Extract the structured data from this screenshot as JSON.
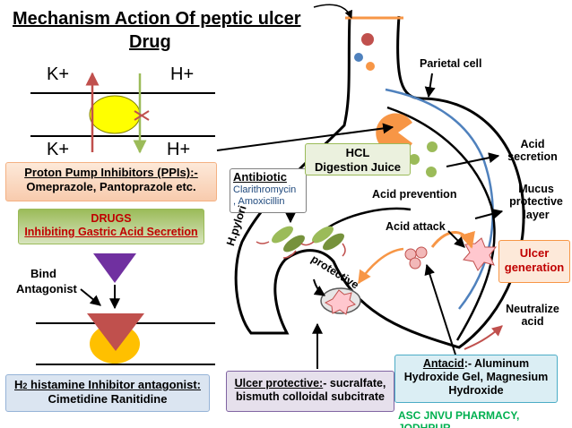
{
  "title": {
    "line1": "Mechanism Action Of peptic ulcer",
    "line2": "Drug"
  },
  "ions": {
    "k_top": "K+",
    "h_top": "H+",
    "k_bottom": "K+",
    "h_bottom": "H+"
  },
  "ppi": {
    "heading": "Proton Pump Inhibitors (PPIs):-",
    "drugs": "Omeprazole, Pantoprazole etc."
  },
  "drugs_box": {
    "line1": "DRUGS",
    "line2": "Inhibiting Gastric Acid Secretion"
  },
  "bind": {
    "line1": "Bind",
    "line2": "Antagonist"
  },
  "h2": {
    "heading": "H2 histamine Inhibitor antagonist:",
    "heading_prefix": "H",
    "heading_sub": "2",
    "heading_rest": " histamine Inhibitor antagonist:",
    "drugs": "Cimetidine Ranitidine"
  },
  "antibiotic": {
    "heading": "Antibiotic",
    "drug1": "Clarithromycin",
    "drug2": ", Amoxicillin"
  },
  "hcl": {
    "line1": "HCL",
    "line2": "Digestion  Juice"
  },
  "labels": {
    "parietal_cell": "Parietal cell",
    "acid_prevention": "Acid prevention",
    "acid_attack": "Acid attack",
    "h_pylori": "H.pylori",
    "protective": "protective",
    "acid_secretion": "Acid secretion",
    "mucus_layer": "Mucus protective layer",
    "neutralize_acid": "Neutralize acid"
  },
  "ulcer_generation": "Ulcer generation",
  "ulcer_protective": {
    "heading": "Ulcer protective:",
    "rest1": "- sucralfate,",
    "line2": "bismuth colloidal subcitrate"
  },
  "antacid": {
    "heading": "Antacid",
    "rest1": ":- Aluminum",
    "line2": "Hydroxide Gel, Magnesium",
    "line3": "Hydroxide"
  },
  "footer": "ASC JNVU PHARMACY, JODHPUR",
  "colors": {
    "arrow_red": "#c0504d",
    "arrow_green": "#9bbb59",
    "yellow": "#ffff00",
    "purple": "#7030a0",
    "stomach_blue": "#4f81bd",
    "orange": "#f79646",
    "footer_green": "#00b050"
  }
}
